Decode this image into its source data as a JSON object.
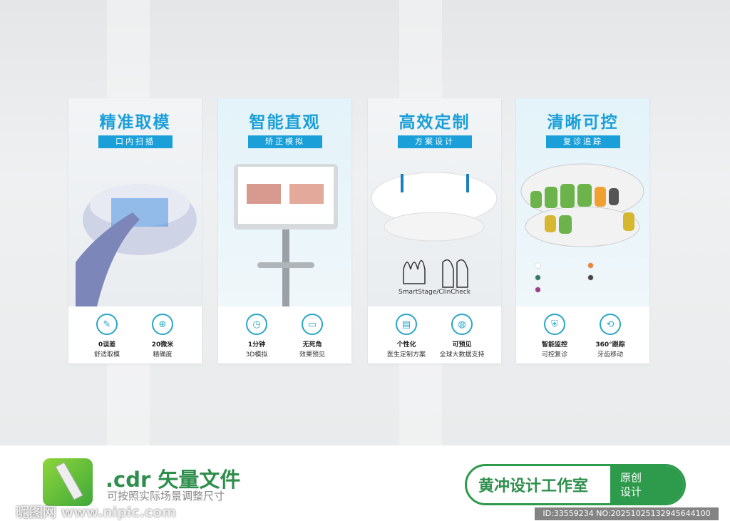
{
  "panels": [
    {
      "title": "精准取模",
      "subtitle": "口内扫描",
      "features": [
        {
          "icon": "scanner-wand-icon",
          "bold": "0误差",
          "text": "舒适取模"
        },
        {
          "icon": "crosshair-target-icon",
          "bold": "20微米",
          "text": "精确度"
        }
      ]
    },
    {
      "title": "智能直观",
      "subtitle": "矫正模拟",
      "features": [
        {
          "icon": "stopwatch-icon",
          "bold": "1分钟",
          "text": "3D模拟"
        },
        {
          "icon": "monitor-icon",
          "bold": "无死角",
          "text": "效果预见"
        }
      ]
    },
    {
      "title": "高效定制",
      "subtitle": "方案设计",
      "caption": "SmartStage/ClinCheck",
      "features": [
        {
          "icon": "dental-plan-screen-icon",
          "bold": "个性化",
          "text": "医生定制方案"
        },
        {
          "icon": "globe-icon",
          "bold": "可预见",
          "text": "全球大数据支持"
        }
      ]
    },
    {
      "title": "清晰可控",
      "subtitle": "复诊追踪",
      "legend_colors": [
        "#ffffff",
        "#e8843a",
        "#2f7a6a",
        "#444444",
        "#9b3f86"
      ],
      "features": [
        {
          "icon": "shield-circuit-icon",
          "bold": "智能监控",
          "text": "可控复诊"
        },
        {
          "icon": "rotation-teeth-icon",
          "bold": "360°跟踪",
          "text": "牙齿移动"
        }
      ]
    }
  ],
  "footer": {
    "format": ".cdr 矢量文件",
    "format_note": "可按照实际场景调整尺寸",
    "studio": "黄冲设计工作室",
    "original": "原创设计",
    "watermark": "昵图网 www.nipic.com",
    "id_text": "ID:33559234 NO:20251025132945644100"
  },
  "colors": {
    "accent": "#1a9fd9",
    "brand_green": "#2e9a4c"
  }
}
